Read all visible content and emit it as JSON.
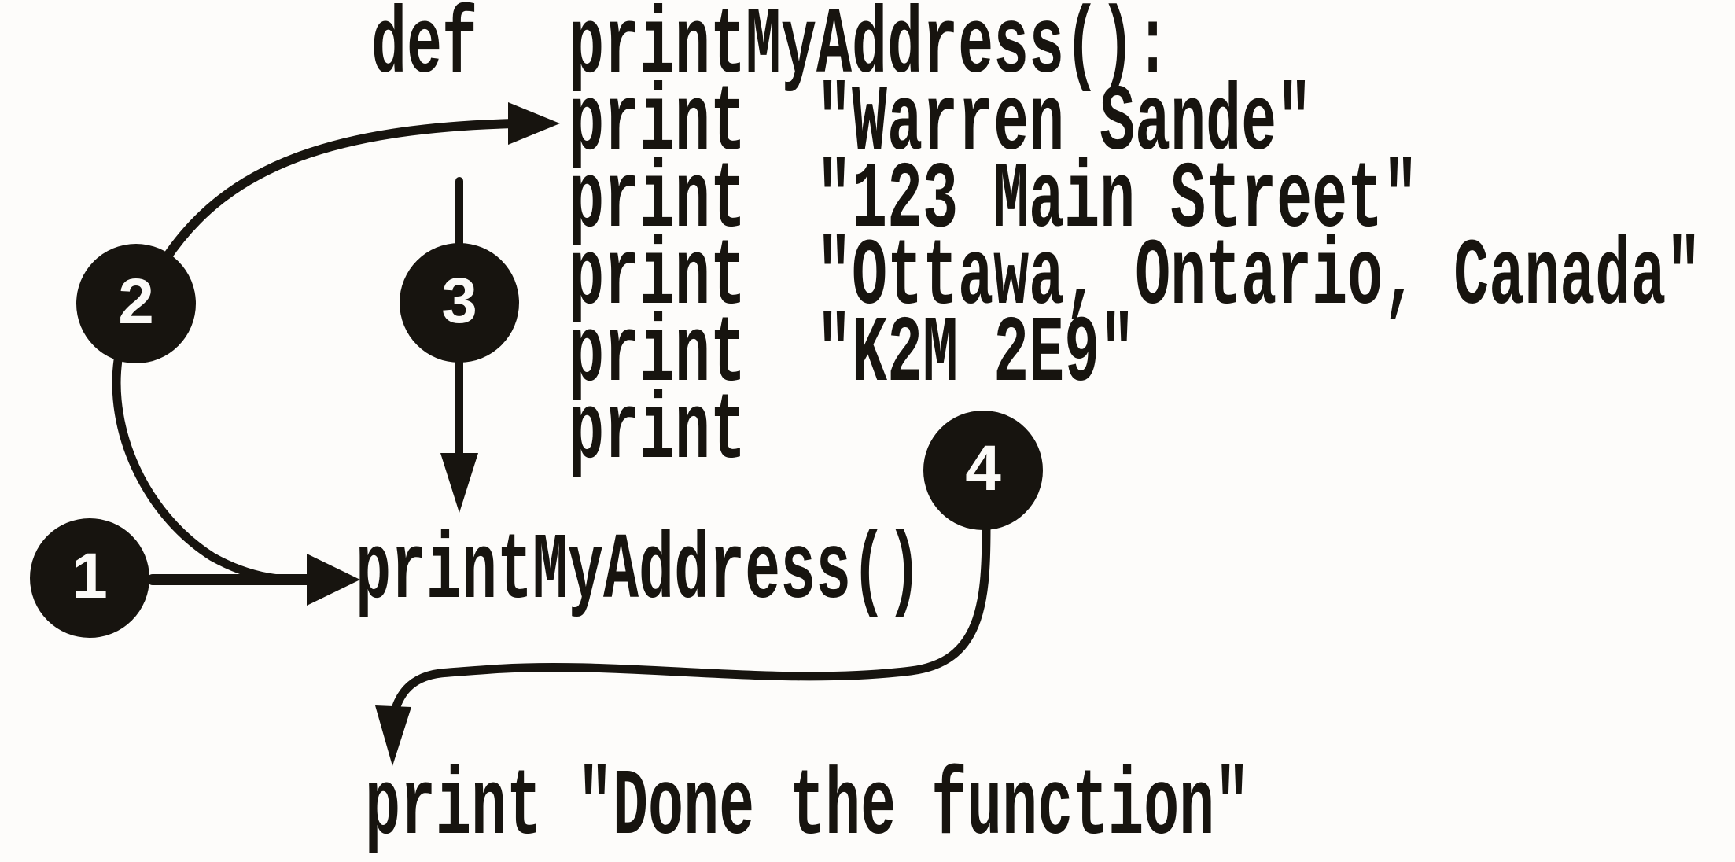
{
  "diagram": {
    "description": "Execution flow of a Python function call",
    "ink_color": "#17140f",
    "background_color": "#fdfcfa",
    "definition": {
      "keyword": "def",
      "signature": "printMyAddress():",
      "body": [
        "print  \"Warren Sande\"",
        "print  \"123 Main Street\"",
        "print  \"Ottawa, Ontario, Canada\"",
        "print  \"K2M 2E9\"",
        "print"
      ]
    },
    "call_statement": "printMyAddress()",
    "after_statement": "print \"Done the function\"",
    "step_badges": [
      {
        "number": "1"
      },
      {
        "number": "2"
      },
      {
        "number": "3"
      },
      {
        "number": "4"
      }
    ]
  }
}
